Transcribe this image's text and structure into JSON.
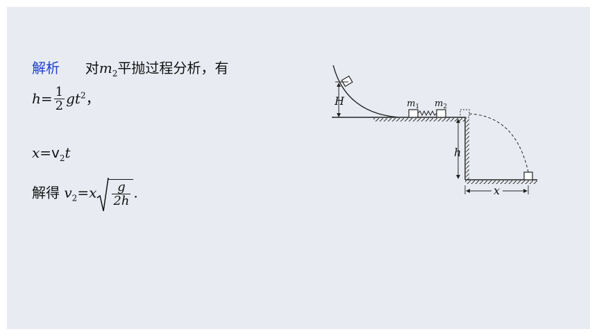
{
  "solution": {
    "label": "解析",
    "intro_prefix": "对",
    "intro_mass": "m",
    "intro_mass_sub": "2",
    "intro_suffix": "平抛过程分析，有",
    "eq1": {
      "lhs": "h",
      "equals": "=",
      "frac_num": "1",
      "frac_den": "2",
      "rest": "gt",
      "power": "2",
      "tail": "，"
    },
    "eq2": {
      "lhs": "x",
      "equals": "=",
      "var": "v",
      "var_sub": "2",
      "rest": "t"
    },
    "result": {
      "prefix": "解得",
      "var": "v",
      "var_sub": "2",
      "equals": "=",
      "x": "x",
      "frac_num": "g",
      "frac_den": "2h",
      "tail": "."
    }
  },
  "diagram": {
    "label_H": "H",
    "label_m1": "m",
    "label_m1_sub": "1",
    "label_m2": "m",
    "label_m2_sub": "2",
    "label_h": "h",
    "label_x": "x"
  }
}
